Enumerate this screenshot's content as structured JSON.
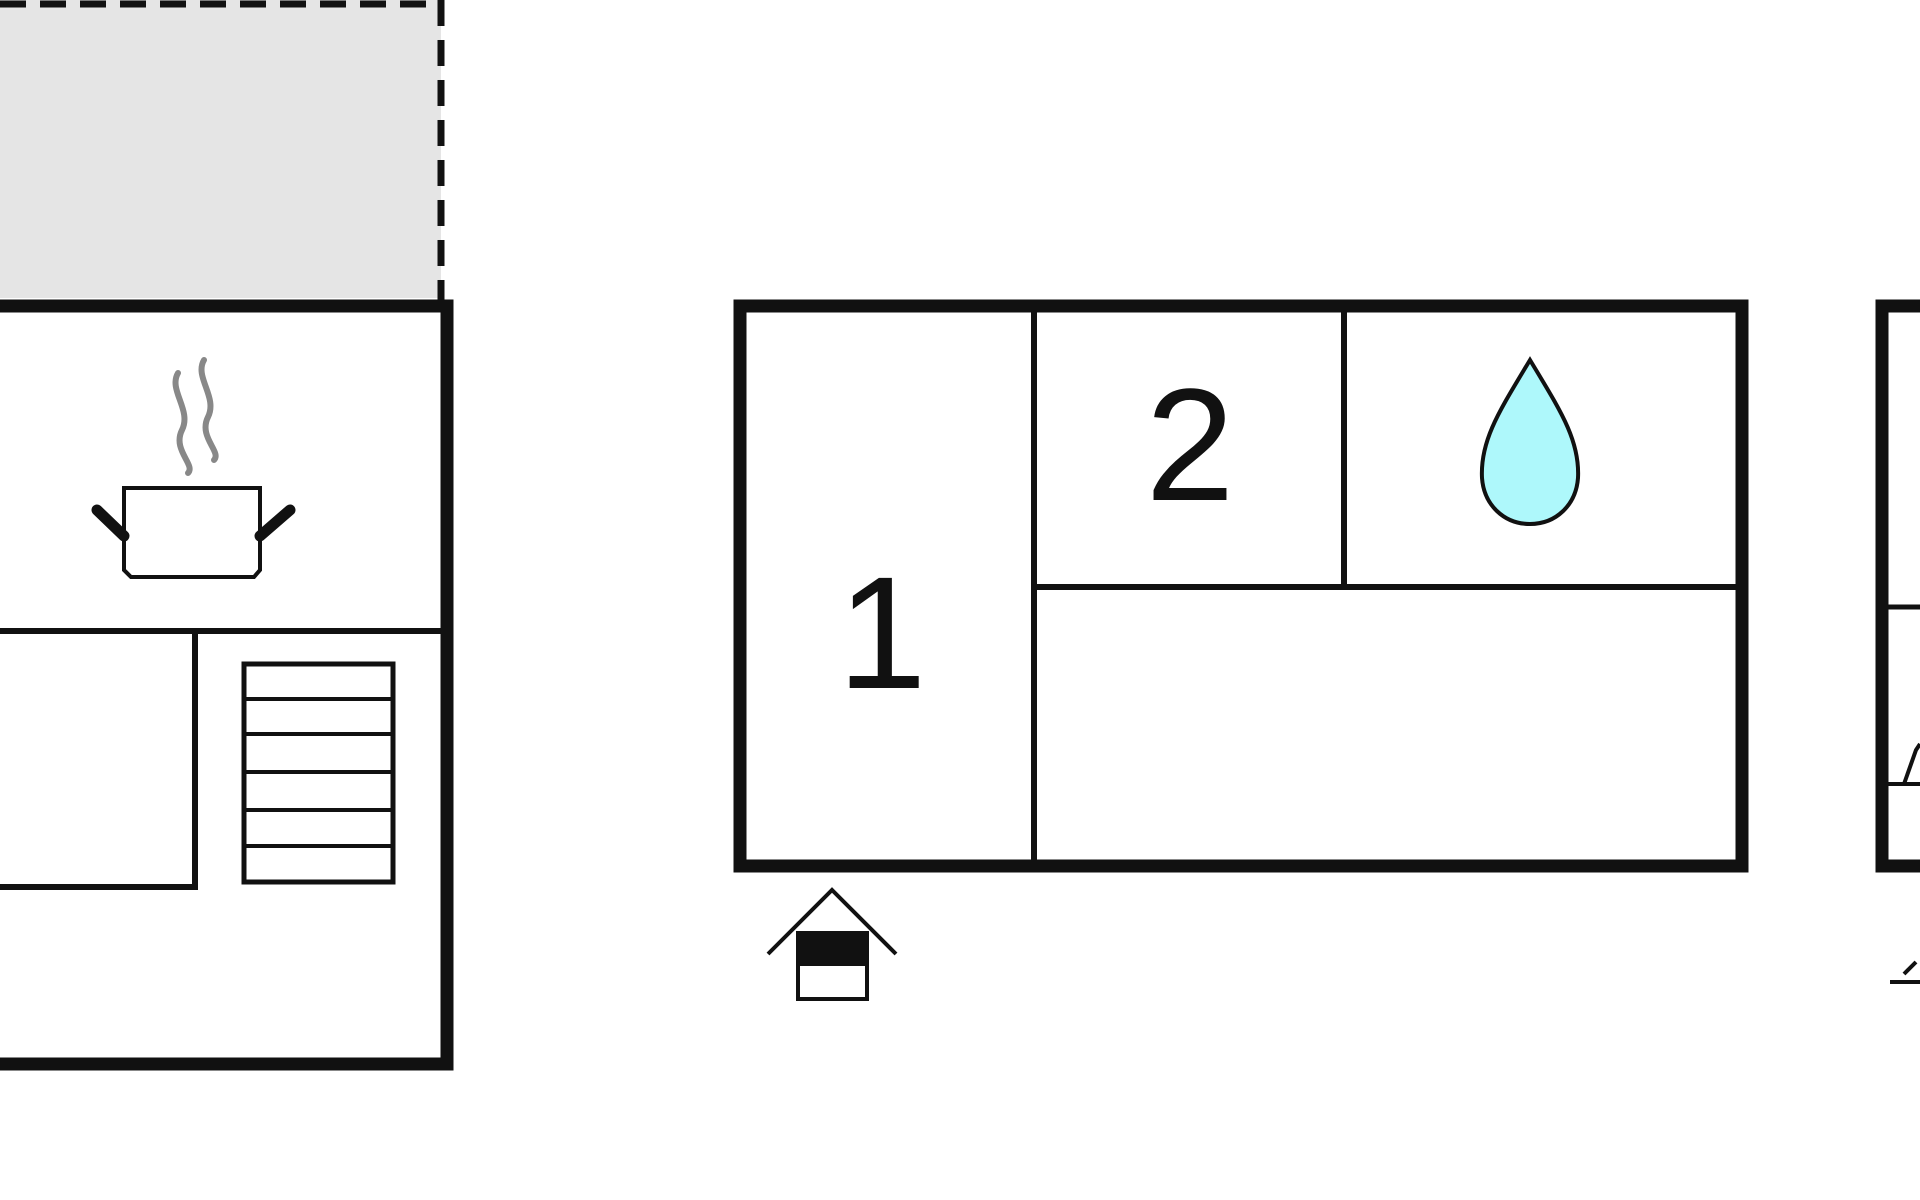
{
  "floor_plan": {
    "rooms": [
      {
        "id": "bedroom-1",
        "label": "1"
      },
      {
        "id": "bedroom-2",
        "label": "2"
      }
    ],
    "icons": {
      "kitchen": "cooking-pot-icon",
      "bathroom": "water-drop-icon",
      "entrance": "entrance-house-icon",
      "stairs": "stairs-icon",
      "terrace": "terrace-area"
    },
    "colors": {
      "walls": "#111111",
      "terrace_fill": "#e5e5e5",
      "water_drop_fill": "#aef8fb",
      "steam": "#888888"
    }
  }
}
